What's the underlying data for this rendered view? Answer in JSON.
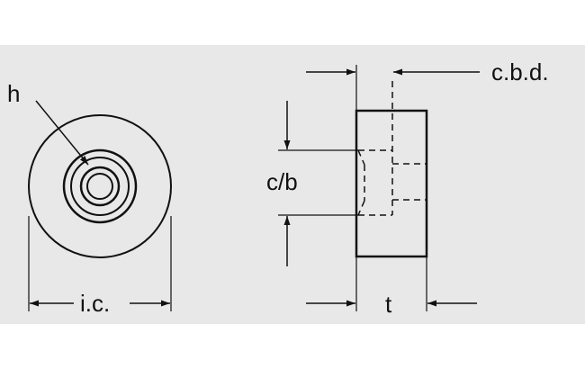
{
  "labels": {
    "hole": "h",
    "inscribed_circle": "i.c.",
    "counterbore_diameter": "c.b.d.",
    "counterbore": "c/b",
    "thickness": "t"
  },
  "colors": {
    "background": "#ffffff",
    "panel": "#e8e8e8",
    "line": "#111111"
  }
}
